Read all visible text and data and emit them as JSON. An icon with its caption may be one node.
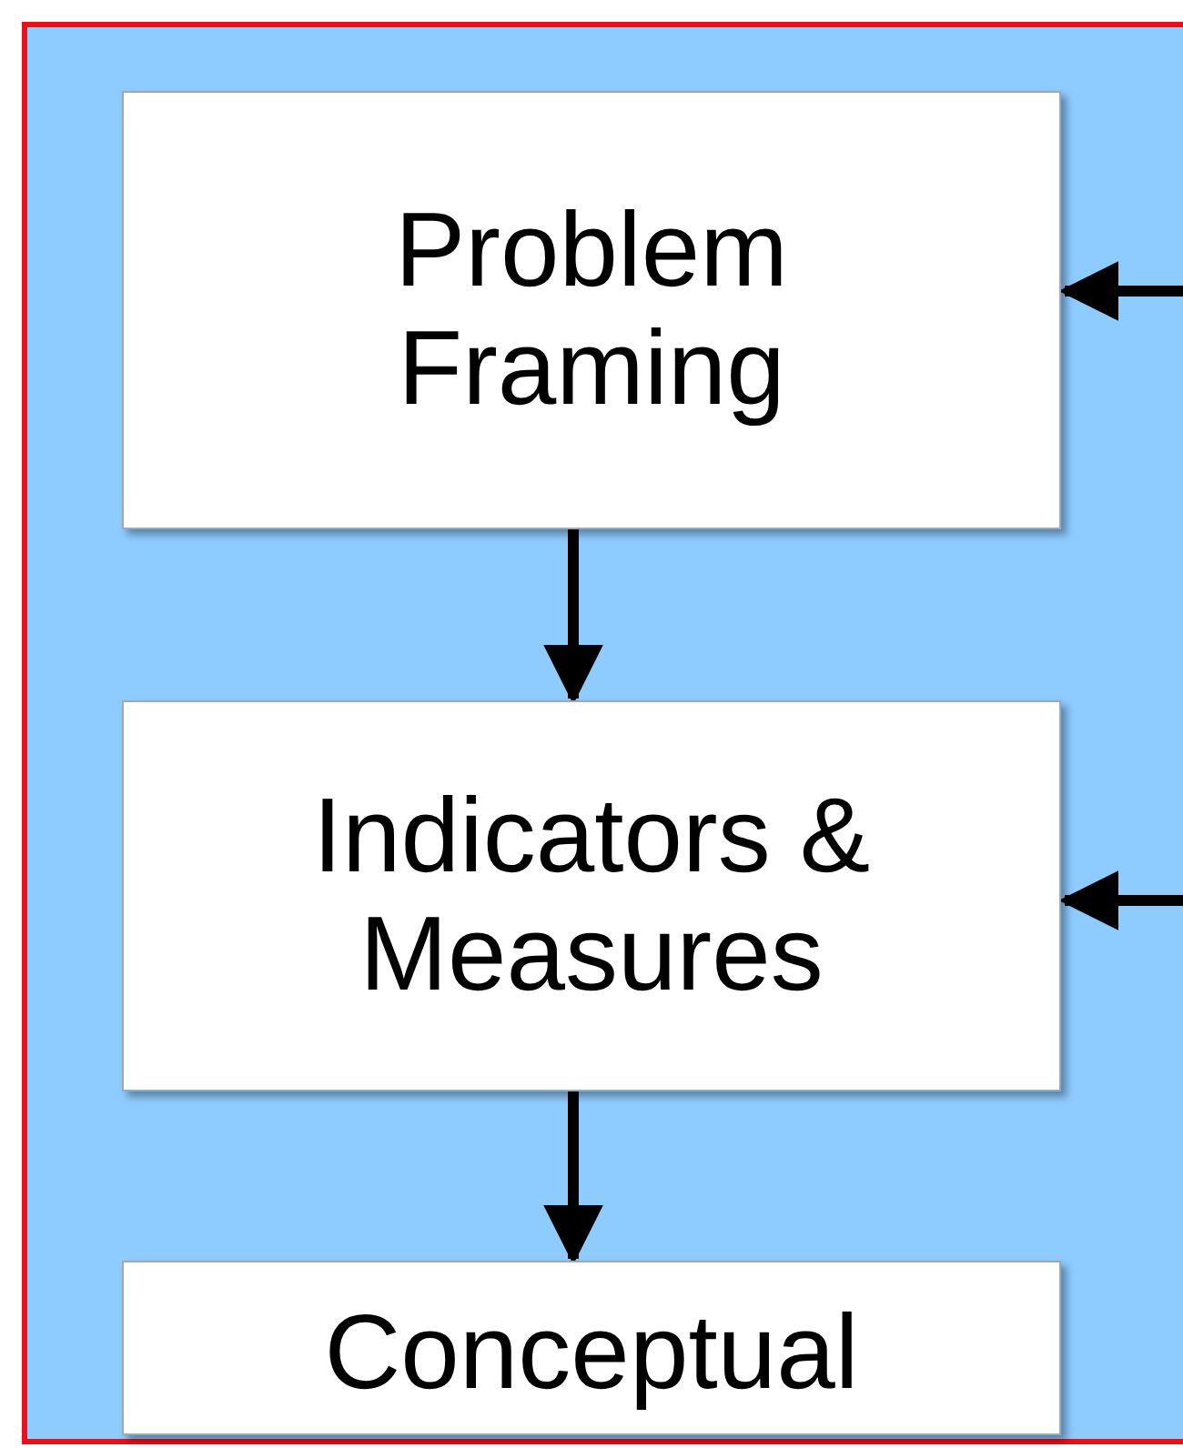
{
  "diagram": {
    "nodes": [
      {
        "text": [],
        "shape": "box"
      },
      {
        "text": [
          "Problem Framing"
        ],
        "in": 0
      },
      {
        "text": [
          "Indicators & Measures"
        ],
        "in": 0
      },
      {
        "text": [
          "Conceptual"
        ],
        "in": 0
      }
    ],
    "edges": [
      {
        "from": 1,
        "to": 2,
        "arrow": "to"
      },
      {
        "from": 2,
        "to": 3,
        "arrow": "to"
      },
      {
        "from": null,
        "to": 1,
        "arrow": "to"
      },
      {
        "from": null,
        "to": 2,
        "arrow": "to"
      }
    ]
  }
}
